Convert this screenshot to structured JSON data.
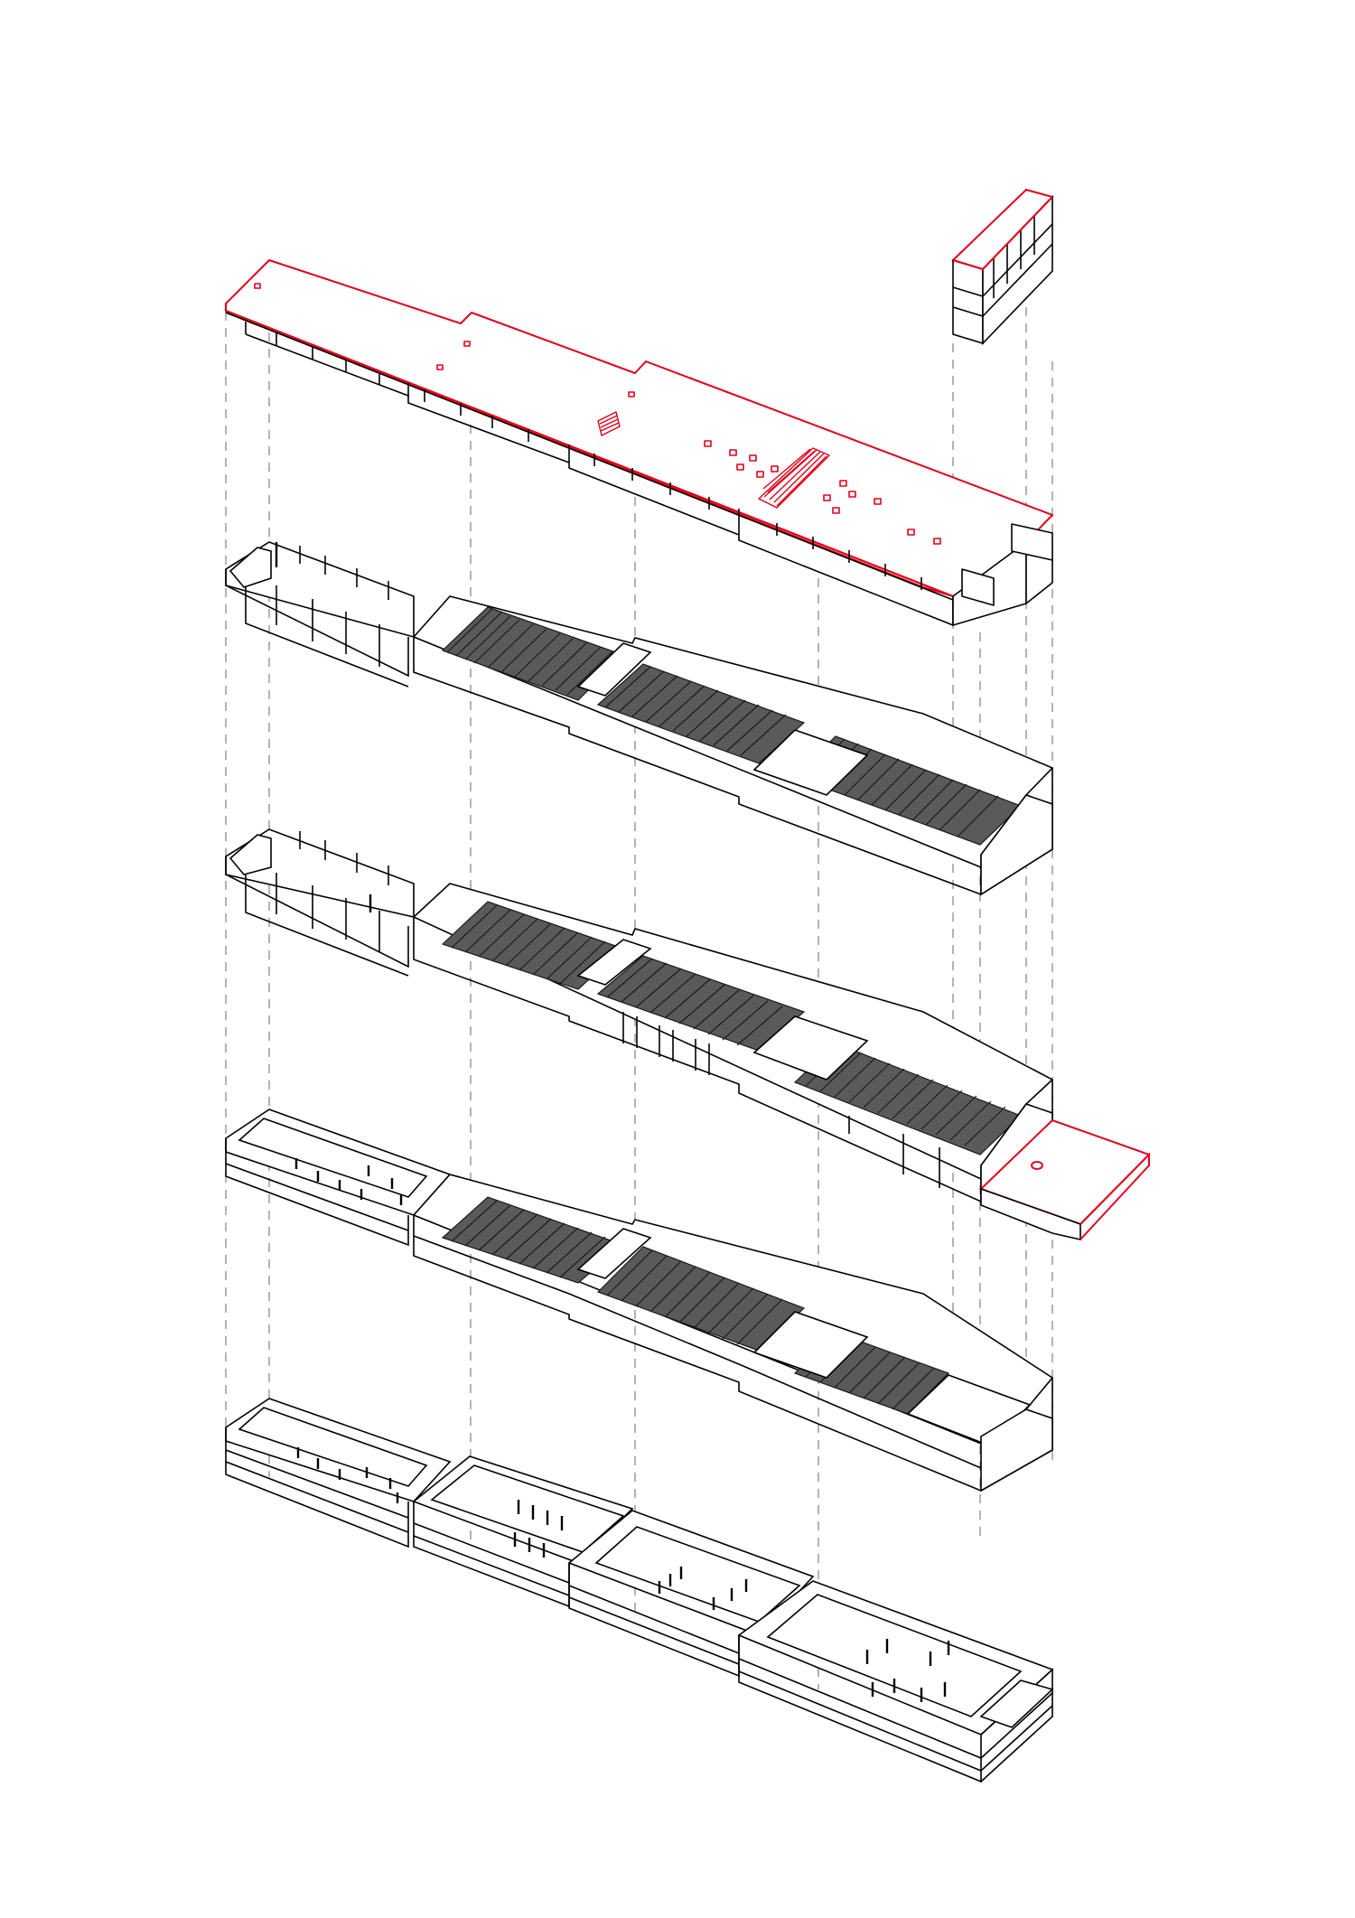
{
  "diagram": {
    "kind": "exploded-axonometric",
    "levels": [
      "roof",
      "level-3",
      "level-2",
      "level-1",
      "ground"
    ],
    "annex_tower": true,
    "annex_slab": true
  },
  "colors": {
    "background": "#ffffff",
    "line": "#000000",
    "highlight": "#e3001b",
    "guide": "#8a8a8a",
    "joist": "#1a1a1a"
  }
}
